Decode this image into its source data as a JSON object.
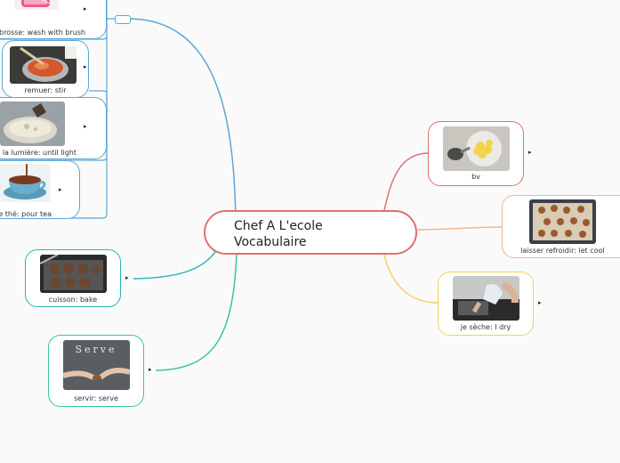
{
  "central": {
    "line1": "Chef A L'ecole",
    "line2": "Vocabulaire"
  },
  "nodes": {
    "brush": "la brosse: wash with brush",
    "stir": "remuer: stir",
    "light": "jusqu'à la lumière: until light",
    "tea": "verser le thé: pour tea",
    "bake": "cuisson: bake",
    "serve": "servir: serve",
    "bv": "bv",
    "cool": "laisser refroidir: let cool",
    "dry": "je sèche: I dry"
  },
  "expand_glyph": "▸",
  "colors": {
    "blue": "#5aa7d8",
    "teal": "#2bb3c0",
    "green": "#3cc79a",
    "red": "#e07070",
    "orange": "#f5b58a",
    "yellow": "#f2d35a"
  }
}
